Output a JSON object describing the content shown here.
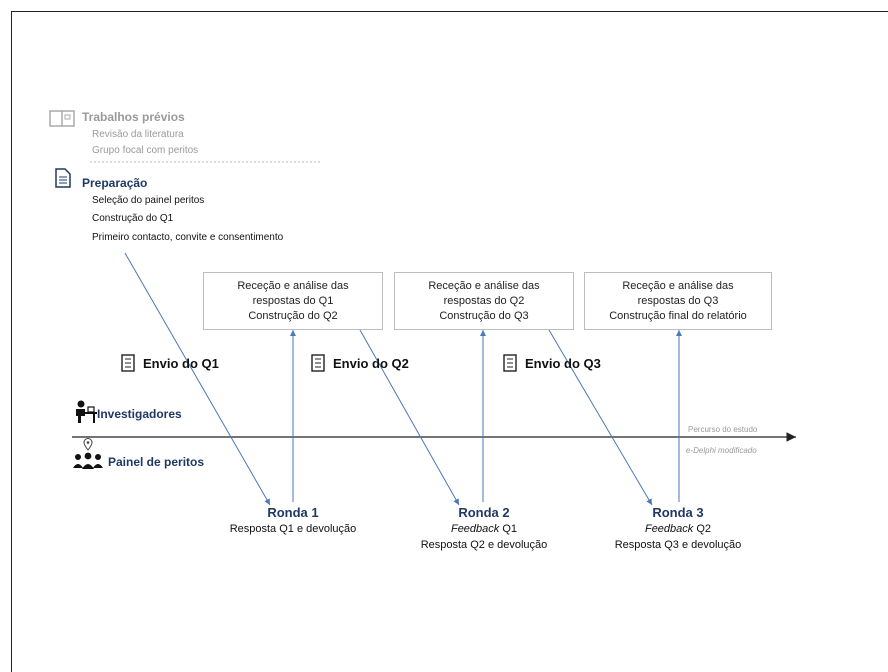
{
  "trabalhos": {
    "title": "Trabalhos prévios",
    "items": [
      "Revisão da literatura",
      "Grupo focal com peritos"
    ]
  },
  "preparacao": {
    "title": "Preparação",
    "items": [
      "Seleção do painel peritos",
      "Construção do Q1",
      "Primeiro contacto, convite e consentimento"
    ]
  },
  "boxes": [
    {
      "lines": [
        "Receção e análise das",
        "respostas do Q1",
        "Construção do Q2"
      ]
    },
    {
      "lines": [
        "Receção e análise das",
        "respostas do Q2",
        "Construção do Q3"
      ]
    },
    {
      "lines": [
        "Receção e análise das",
        "respostas do Q3",
        "Construção final do relatório"
      ]
    }
  ],
  "envios": [
    "Envio do Q1",
    "Envio do Q2",
    "Envio do Q3"
  ],
  "actors": {
    "investigadores": "Investigadores",
    "painel": "Painel de peritos"
  },
  "timeline": {
    "label_top": "Percurso do estudo",
    "label_bottom": "e-Delphi modificado"
  },
  "rondas": [
    {
      "title": "Ronda 1",
      "line1": "Resposta Q1 e devolução",
      "line2": ""
    },
    {
      "title": "Ronda 2",
      "feedback_word": "Feedback",
      "feedback_q": " Q1",
      "line2": "Resposta Q2 e devolução"
    },
    {
      "title": "Ronda 3",
      "feedback_word": "Feedback",
      "feedback_q": " Q2",
      "line2": "Resposta Q3 e devolução"
    }
  ],
  "colors": {
    "navy": "#1f3864",
    "arrow": "#4a78b8",
    "gray": "#9a9a9a"
  }
}
